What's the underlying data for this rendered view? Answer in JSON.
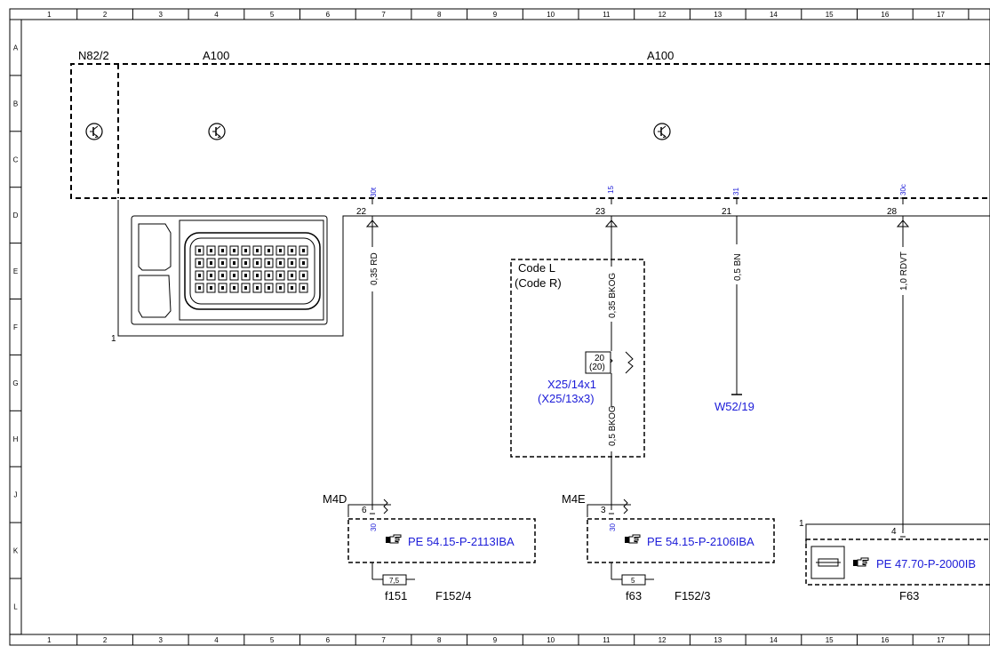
{
  "grid": {
    "columns": [
      "1",
      "2",
      "3",
      "4",
      "5",
      "6",
      "7",
      "8",
      "9",
      "10",
      "11",
      "12",
      "13",
      "14",
      "15",
      "16",
      "17"
    ],
    "rows": [
      "A",
      "B",
      "C",
      "D",
      "E",
      "F",
      "G",
      "H",
      "J",
      "K",
      "L"
    ]
  },
  "components": {
    "n82_2": "N82/2",
    "a100_left": "A100",
    "a100_right": "A100",
    "connector_ref": "1"
  },
  "pins": {
    "p22": {
      "num": "22",
      "term": "30t"
    },
    "p23": {
      "num": "23",
      "term": "15"
    },
    "p21": {
      "num": "21",
      "term": "31"
    },
    "p28": {
      "num": "28",
      "term": "30c"
    }
  },
  "wires": {
    "w22": "0,35 RD",
    "w23_top": "0,35 BKOG",
    "w23_bottom": "0,5 BKOG",
    "w21": "0,5 BN",
    "w28": "1,0 RDVT"
  },
  "code_box": {
    "line1": "Code L",
    "line2": "(Code R)",
    "conn_pin": "20",
    "conn_pin_alt": "(20)",
    "conn_name": "X25/14x1",
    "conn_name_alt": "(X25/13x3)"
  },
  "ground": "W52/19",
  "fuse_blocks": [
    {
      "module": "M4D",
      "pin": "6",
      "term": "30",
      "ref": "PE 54.15-P-2113IBA",
      "fuse_value": "7,5",
      "fuse_id": "f151",
      "block": "F152/4"
    },
    {
      "module": "M4E",
      "pin": "3",
      "term": "30",
      "ref": "PE 54.15-P-2106IBA",
      "fuse_value": "5",
      "fuse_id": "f63",
      "block": "F152/3"
    }
  ],
  "f63_box": {
    "corner": "1",
    "pin": "4",
    "ref": "PE 47.70-P-2000IB",
    "name": "F63"
  },
  "colors": {
    "line": "#000000",
    "reference_text": "#1b1bd8",
    "background": "#ffffff"
  },
  "icons": [
    "transistor-icon",
    "pointing-hand-icon",
    "fuse-icon",
    "ground-icon",
    "connector-icon"
  ]
}
